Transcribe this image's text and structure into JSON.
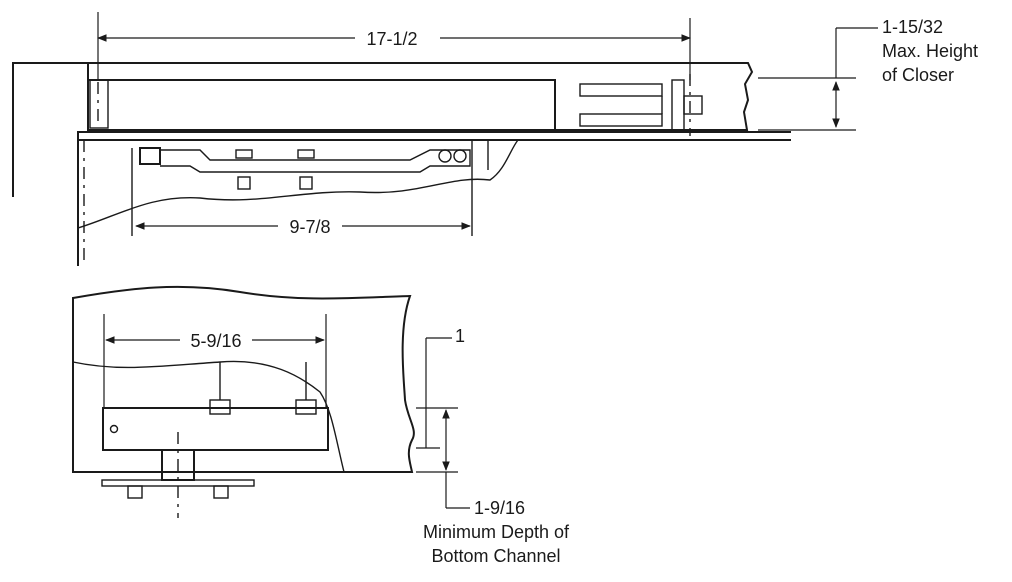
{
  "dimensions": {
    "overall_length": "17-1/2",
    "closer_height_value": "1-15/32",
    "closer_height_line1": "Max. Height",
    "closer_height_line2": "of Closer",
    "arm_length": "9-7/8",
    "spindle_offset": "5-9/16",
    "offset_value": "1",
    "channel_depth_value": "1-9/16",
    "channel_depth_line1": "Minimum Depth of",
    "channel_depth_line2": "Bottom Channel"
  }
}
